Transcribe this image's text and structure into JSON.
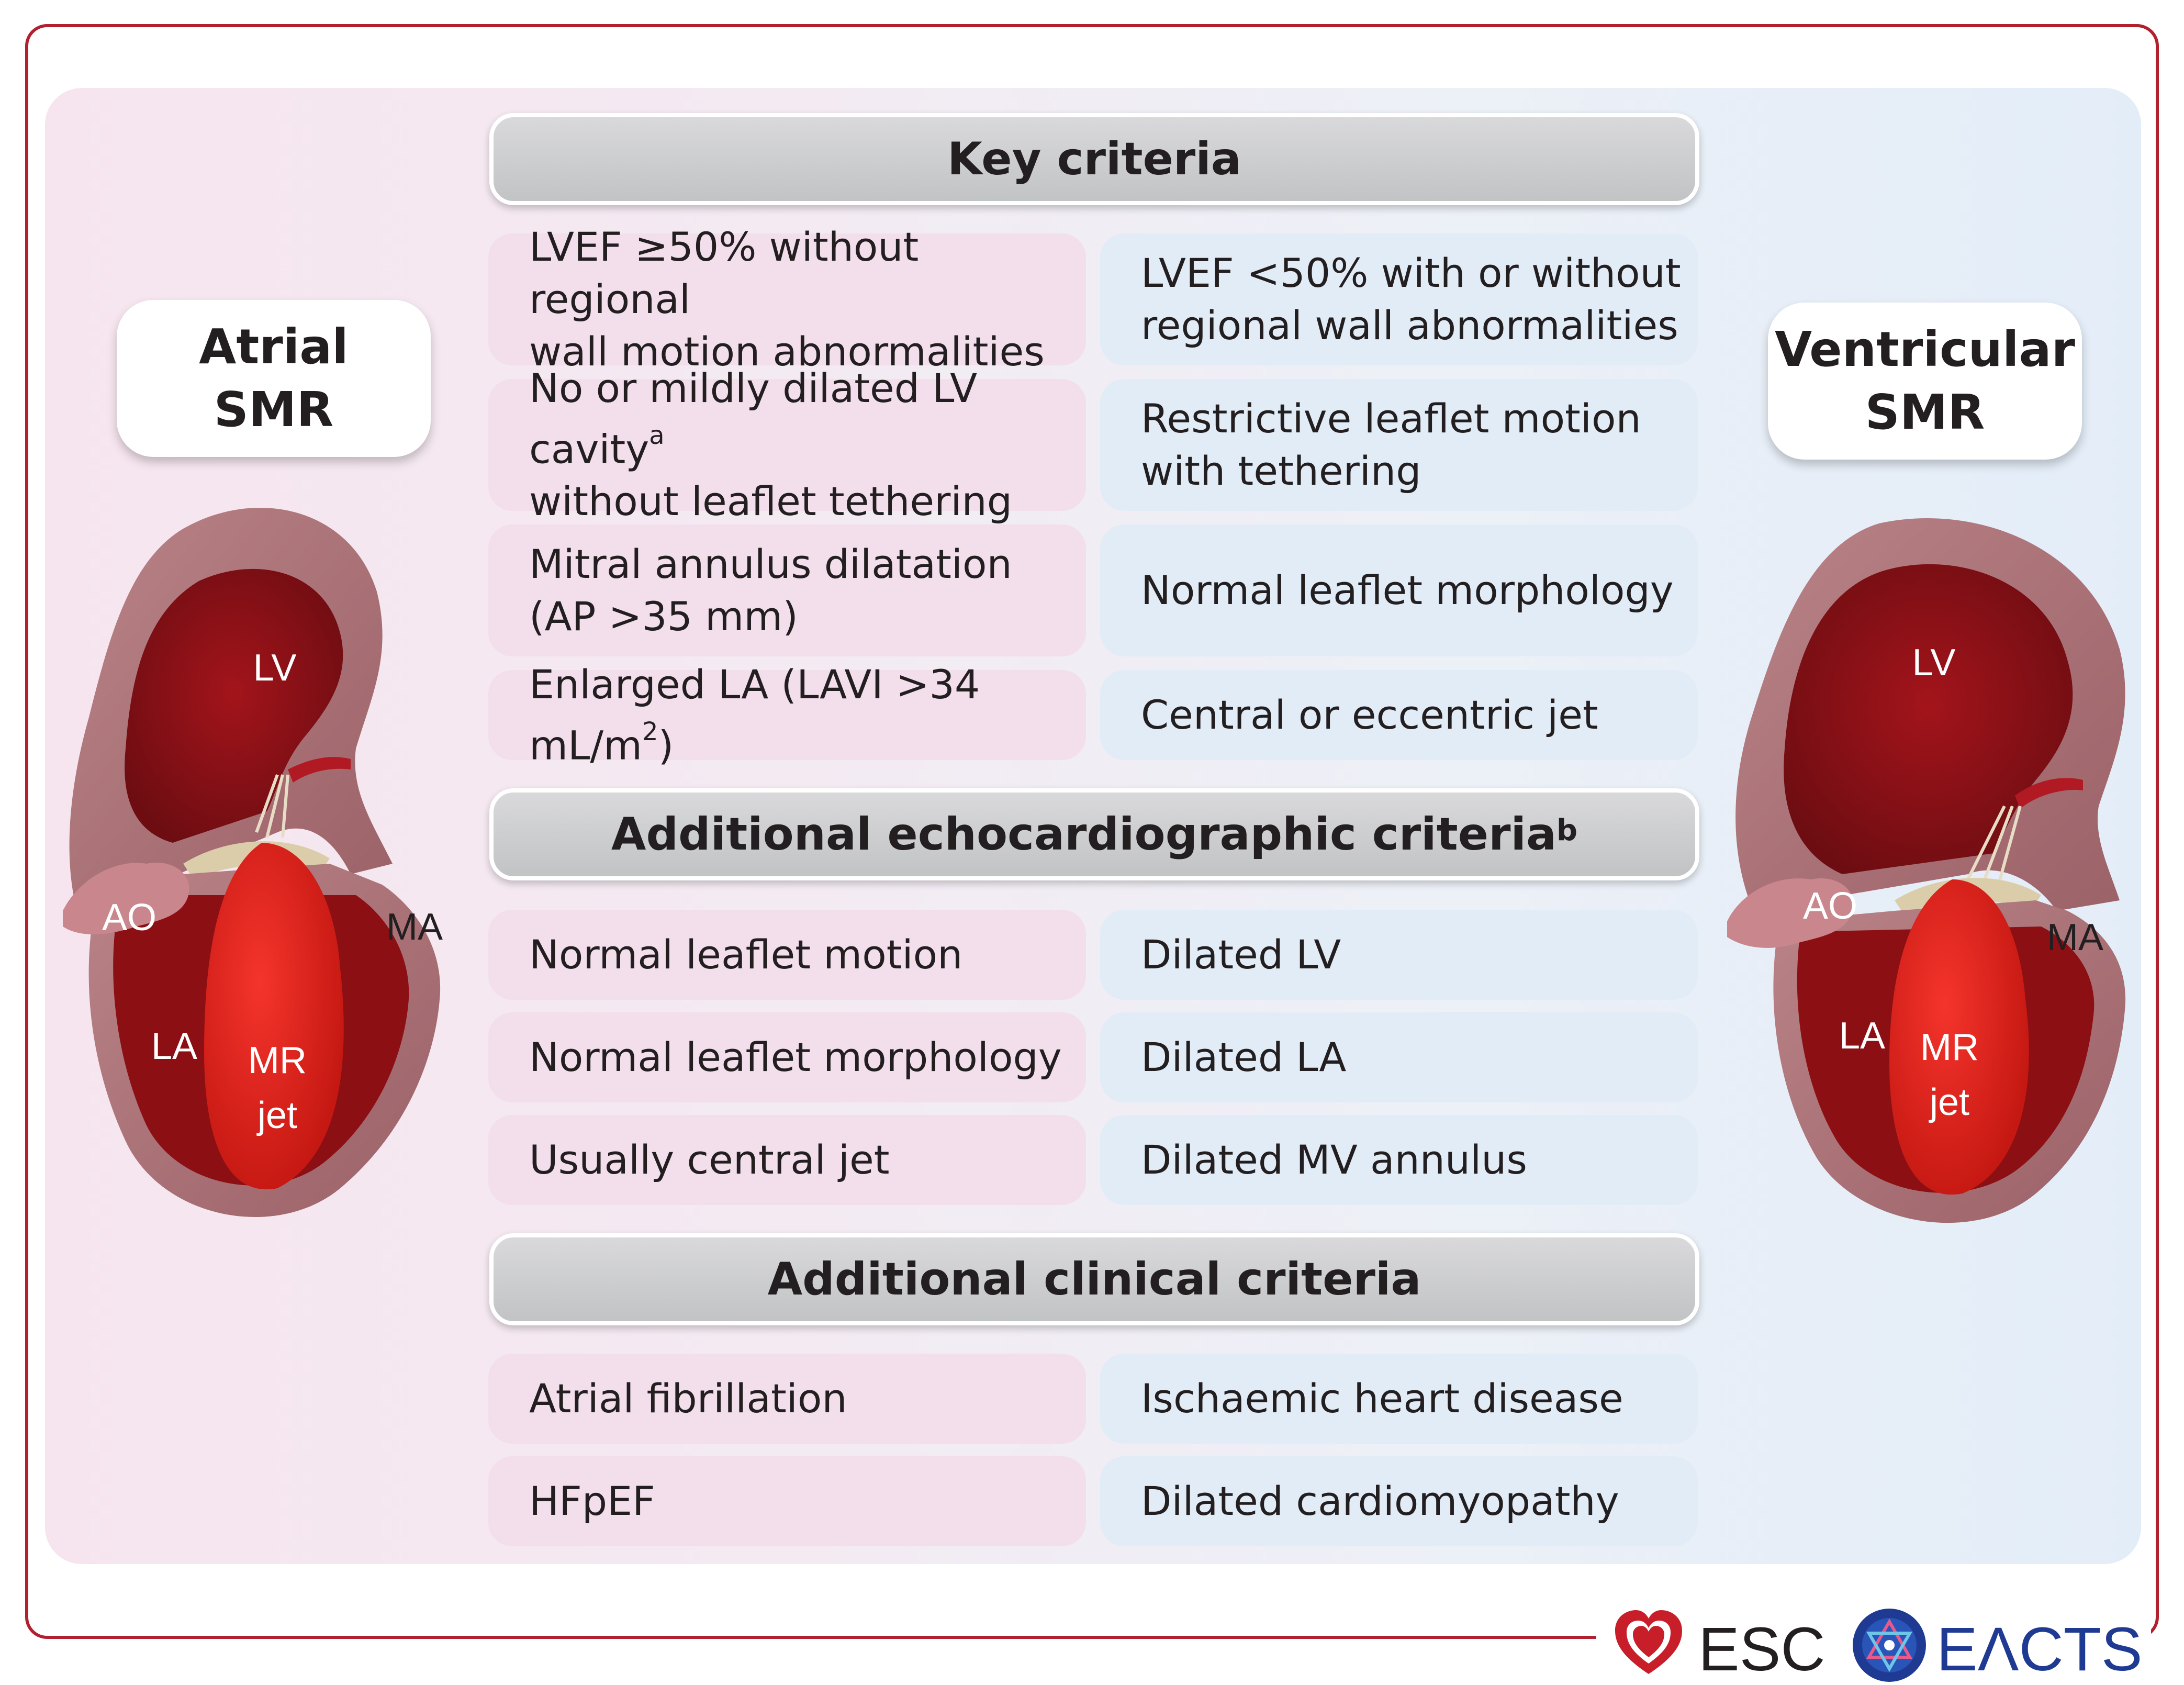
{
  "colors": {
    "frame": "#b0202e",
    "pink_cell": "#f3deec",
    "blue_cell": "#e2ecf7",
    "header": "#c8c9cb",
    "heart_red": "#b81d1f",
    "myocardium": "#a87379"
  },
  "left_label": {
    "text": "Atrial\nSMR"
  },
  "right_label": {
    "text": "Ventricular\nSMR"
  },
  "left_heart": {
    "lv": "LV",
    "ao": "AO",
    "ma": "MA",
    "la": "LA",
    "mr": "MR",
    "jet": "jet"
  },
  "right_heart": {
    "lv": "LV",
    "ao": "AO",
    "ma": "MA",
    "la": "LA",
    "mr": "MR",
    "jet": "jet"
  },
  "sections": {
    "key": {
      "title": "Key criteria",
      "rows": [
        {
          "left": "LVEF ≥50% without regional\nwall motion abnormalities",
          "right": "LVEF <50% with or without\nregional wall abnormalities"
        },
        {
          "left": "No or mildly dilated LV cavity",
          "left_sup": "a",
          "left_line2": "without leaflet tethering",
          "right": "Restrictive leaflet motion\nwith tethering"
        },
        {
          "left": "Mitral annulus dilatation\n(AP >35 mm)",
          "right": "Normal leaflet morphology"
        },
        {
          "left": "Enlarged LA (LAVI  >34 mL/m",
          "left_sup": "2",
          "left_tail": ")",
          "right": "Central or eccentric jet"
        }
      ]
    },
    "echo": {
      "title": "Additional echocardiographic criteria",
      "title_sup": "b",
      "rows": [
        {
          "left": "Normal leaflet motion",
          "right": "Dilated LV"
        },
        {
          "left": "Normal leaflet morphology",
          "right": "Dilated LA"
        },
        {
          "left": "Usually central jet",
          "right": "Dilated MV annulus"
        }
      ]
    },
    "clinical": {
      "title": "Additional clinical criteria",
      "rows": [
        {
          "left": "Atrial fibrillation",
          "right": "Ischaemic heart disease"
        },
        {
          "left": "HFpEF",
          "right": "Dilated cardiomyopathy"
        }
      ]
    }
  },
  "logos": {
    "esc": "ESC",
    "eacts": "EΛCTS"
  }
}
